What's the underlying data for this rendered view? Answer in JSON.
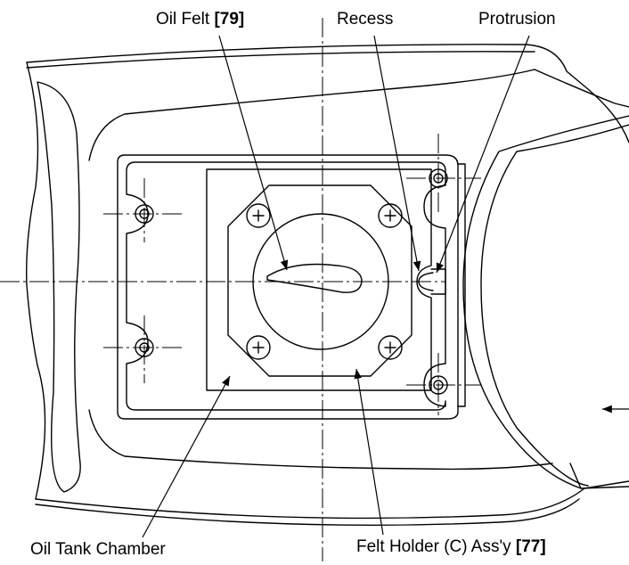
{
  "labels": {
    "oil_felt": {
      "text": "Oil Felt",
      "ref": "[79]"
    },
    "recess": {
      "text": "Recess"
    },
    "protrusion": {
      "text": "Protrusion"
    },
    "oil_tank_chamber": {
      "text": "Oil Tank Chamber"
    },
    "felt_holder": {
      "text": "Felt Holder (C) Ass'y",
      "ref": "[77]"
    }
  },
  "colors": {
    "ink": "#000000",
    "background": "#ffffff"
  }
}
